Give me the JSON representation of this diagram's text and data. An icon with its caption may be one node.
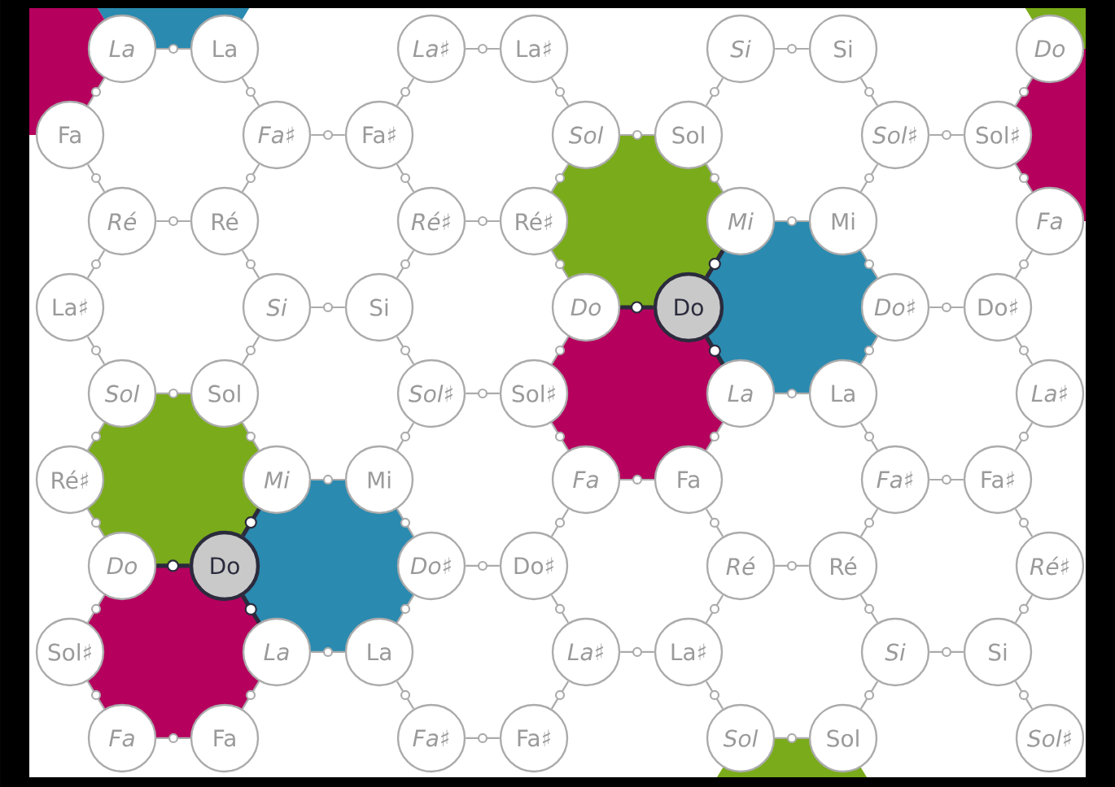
{
  "diagram": {
    "nodes": [
      {
        "text": [
          "La"
        ]
      },
      {
        "text": [
          "La"
        ]
      },
      {
        "text": [
          "La♯"
        ]
      },
      {
        "text": [
          "La♯"
        ]
      },
      {
        "text": [
          "Si"
        ]
      },
      {
        "text": [
          "Si"
        ]
      },
      {
        "text": [
          "Do"
        ]
      },
      {
        "text": [
          "Fa"
        ]
      },
      {
        "text": [
          "Fa♯"
        ]
      },
      {
        "text": [
          "Fa♯"
        ]
      },
      {
        "text": [
          "Sol"
        ]
      },
      {
        "text": [
          "Sol"
        ]
      },
      {
        "text": [
          "Sol♯"
        ]
      },
      {
        "text": [
          "Sol♯"
        ]
      },
      {
        "text": [
          "Ré"
        ]
      },
      {
        "text": [
          "Ré"
        ]
      },
      {
        "text": [
          "Ré♯"
        ]
      },
      {
        "text": [
          "Ré♯"
        ]
      },
      {
        "text": [
          "Mi"
        ]
      },
      {
        "text": [
          "Mi"
        ]
      },
      {
        "text": [
          "Fa"
        ]
      },
      {
        "text": [
          "La♯"
        ]
      },
      {
        "text": [
          "Si"
        ]
      },
      {
        "text": [
          "Si"
        ]
      },
      {
        "text": [
          "Do"
        ]
      },
      {
        "text": [
          "Do"
        ]
      },
      {
        "text": [
          "Do♯"
        ]
      },
      {
        "text": [
          "Do♯"
        ]
      },
      {
        "text": [
          "Sol"
        ]
      },
      {
        "text": [
          "Sol"
        ]
      },
      {
        "text": [
          "Sol♯"
        ]
      },
      {
        "text": [
          "Sol♯"
        ]
      },
      {
        "text": [
          "La"
        ]
      },
      {
        "text": [
          "La"
        ]
      },
      {
        "text": [
          "La♯"
        ]
      },
      {
        "text": [
          "Ré♯"
        ]
      },
      {
        "text": [
          "Mi"
        ]
      },
      {
        "text": [
          "Mi"
        ]
      },
      {
        "text": [
          "Fa"
        ]
      },
      {
        "text": [
          "Fa"
        ]
      },
      {
        "text": [
          "Fa♯"
        ]
      },
      {
        "text": [
          "Fa♯"
        ]
      },
      {
        "text": [
          "Do"
        ]
      },
      {
        "text": [
          "Do"
        ]
      },
      {
        "text": [
          "Do♯"
        ]
      },
      {
        "text": [
          "Do♯"
        ]
      },
      {
        "text": [
          "Ré"
        ]
      },
      {
        "text": [
          "Ré"
        ]
      },
      {
        "text": [
          "Ré♯"
        ]
      },
      {
        "text": [
          "Sol♯"
        ]
      },
      {
        "text": [
          "La"
        ]
      },
      {
        "text": [
          "La"
        ]
      },
      {
        "text": [
          "La♯"
        ]
      },
      {
        "text": [
          "La♯"
        ]
      },
      {
        "text": [
          "Si"
        ]
      },
      {
        "text": [
          "Si"
        ]
      },
      {
        "text": [
          "Fa"
        ]
      },
      {
        "text": [
          "Fa"
        ]
      },
      {
        "text": [
          "Fa♯"
        ]
      },
      {
        "text": [
          "Fa♯"
        ]
      },
      {
        "text": [
          "Sol"
        ]
      },
      {
        "text": [
          "Sol"
        ]
      },
      {
        "text": [
          "Sol♯"
        ]
      }
    ],
    "edges": [
      {
        "from": 0,
        "to": 1,
        "arrow": "none"
      },
      {
        "from": 2,
        "to": 3,
        "arrow": "none"
      },
      {
        "from": 4,
        "to": 5,
        "arrow": "none"
      },
      {
        "from": 8,
        "to": 9,
        "arrow": "none"
      },
      {
        "from": 10,
        "to": 11,
        "arrow": "none"
      },
      {
        "from": 12,
        "to": 13,
        "arrow": "none"
      },
      {
        "from": 14,
        "to": 15,
        "arrow": "none"
      },
      {
        "from": 16,
        "to": 17,
        "arrow": "none"
      },
      {
        "from": 18,
        "to": 19,
        "arrow": "none"
      },
      {
        "from": 22,
        "to": 23,
        "arrow": "none"
      },
      {
        "from": 24,
        "to": 25,
        "arrow": "none",
        "style": "thick",
        "color": "#2b2b3d"
      },
      {
        "from": 26,
        "to": 27,
        "arrow": "none"
      },
      {
        "from": 28,
        "to": 29,
        "arrow": "none"
      },
      {
        "from": 30,
        "to": 31,
        "arrow": "none"
      },
      {
        "from": 32,
        "to": 33,
        "arrow": "none"
      },
      {
        "from": 36,
        "to": 37,
        "arrow": "none"
      },
      {
        "from": 38,
        "to": 39,
        "arrow": "none"
      },
      {
        "from": 40,
        "to": 41,
        "arrow": "none"
      },
      {
        "from": 42,
        "to": 43,
        "arrow": "none",
        "style": "thick",
        "color": "#2b2b3d"
      },
      {
        "from": 44,
        "to": 45,
        "arrow": "none"
      },
      {
        "from": 46,
        "to": 47,
        "arrow": "none"
      },
      {
        "from": 50,
        "to": 51,
        "arrow": "none"
      },
      {
        "from": 52,
        "to": 53,
        "arrow": "none"
      },
      {
        "from": 54,
        "to": 55,
        "arrow": "none"
      },
      {
        "from": 56,
        "to": 57,
        "arrow": "none"
      },
      {
        "from": 58,
        "to": 59,
        "arrow": "none"
      },
      {
        "from": 60,
        "to": 61,
        "arrow": "none"
      },
      {
        "from": 0,
        "to": 7,
        "arrow": "none"
      },
      {
        "from": 1,
        "to": 8,
        "arrow": "none"
      },
      {
        "from": 2,
        "to": 9,
        "arrow": "none"
      },
      {
        "from": 3,
        "to": 10,
        "arrow": "none"
      },
      {
        "from": 4,
        "to": 11,
        "arrow": "none"
      },
      {
        "from": 5,
        "to": 12,
        "arrow": "none"
      },
      {
        "from": 6,
        "to": 13,
        "arrow": "none"
      },
      {
        "from": 7,
        "to": 14,
        "arrow": "none"
      },
      {
        "from": 8,
        "to": 15,
        "arrow": "none"
      },
      {
        "from": 9,
        "to": 16,
        "arrow": "none"
      },
      {
        "from": 10,
        "to": 17,
        "arrow": "none"
      },
      {
        "from": 11,
        "to": 18,
        "arrow": "none"
      },
      {
        "from": 12,
        "to": 19,
        "arrow": "none"
      },
      {
        "from": 13,
        "to": 20,
        "arrow": "none"
      },
      {
        "from": 14,
        "to": 21,
        "arrow": "none"
      },
      {
        "from": 15,
        "to": 22,
        "arrow": "none"
      },
      {
        "from": 16,
        "to": 23,
        "arrow": "none"
      },
      {
        "from": 17,
        "to": 24,
        "arrow": "none"
      },
      {
        "from": 18,
        "to": 25,
        "arrow": "none",
        "style": "thick",
        "color": "#2b2b3d"
      },
      {
        "from": 19,
        "to": 26,
        "arrow": "none"
      },
      {
        "from": 20,
        "to": 27,
        "arrow": "none"
      },
      {
        "from": 21,
        "to": 28,
        "arrow": "none"
      },
      {
        "from": 22,
        "to": 29,
        "arrow": "none"
      },
      {
        "from": 23,
        "to": 30,
        "arrow": "none"
      },
      {
        "from": 24,
        "to": 31,
        "arrow": "none"
      },
      {
        "from": 25,
        "to": 32,
        "arrow": "none",
        "style": "thick",
        "color": "#2b2b3d"
      },
      {
        "from": 26,
        "to": 33,
        "arrow": "none"
      },
      {
        "from": 27,
        "to": 34,
        "arrow": "none"
      },
      {
        "from": 28,
        "to": 35,
        "arrow": "none"
      },
      {
        "from": 29,
        "to": 36,
        "arrow": "none"
      },
      {
        "from": 30,
        "to": 37,
        "arrow": "none"
      },
      {
        "from": 31,
        "to": 38,
        "arrow": "none"
      },
      {
        "from": 32,
        "to": 39,
        "arrow": "none"
      },
      {
        "from": 33,
        "to": 40,
        "arrow": "none"
      },
      {
        "from": 34,
        "to": 41,
        "arrow": "none"
      },
      {
        "from": 35,
        "to": 42,
        "arrow": "none"
      },
      {
        "from": 36,
        "to": 43,
        "arrow": "none",
        "style": "thick",
        "color": "#2b2b3d"
      },
      {
        "from": 37,
        "to": 44,
        "arrow": "none"
      },
      {
        "from": 38,
        "to": 45,
        "arrow": "none"
      },
      {
        "from": 39,
        "to": 46,
        "arrow": "none"
      },
      {
        "from": 40,
        "to": 47,
        "arrow": "none"
      },
      {
        "from": 41,
        "to": 48,
        "arrow": "none"
      },
      {
        "from": 42,
        "to": 49,
        "arrow": "none"
      },
      {
        "from": 43,
        "to": 50,
        "arrow": "none",
        "style": "thick",
        "color": "#2b2b3d"
      },
      {
        "from": 44,
        "to": 51,
        "arrow": "none"
      },
      {
        "from": 45,
        "to": 52,
        "arrow": "none"
      },
      {
        "from": 46,
        "to": 53,
        "arrow": "none"
      },
      {
        "from": 47,
        "to": 54,
        "arrow": "none"
      },
      {
        "from": 48,
        "to": 55,
        "arrow": "none"
      },
      {
        "from": 49,
        "to": 56,
        "arrow": "none"
      },
      {
        "from": 50,
        "to": 57,
        "arrow": "none"
      },
      {
        "from": 51,
        "to": 58,
        "arrow": "none"
      },
      {
        "from": 52,
        "to": 59,
        "arrow": "none"
      },
      {
        "from": 53,
        "to": 60,
        "arrow": "none"
      },
      {
        "from": 54,
        "to": 61,
        "arrow": "none"
      },
      {
        "from": 55,
        "to": 62,
        "arrow": "none"
      }
    ]
  }
}
